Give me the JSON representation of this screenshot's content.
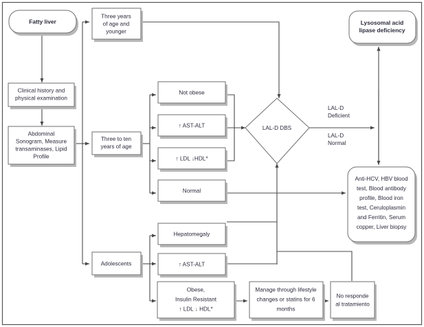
{
  "diagram": {
    "title": "Fatty liver diagnostic algorithm for lysosomal acid lipase deficiency",
    "colors": {
      "box_stroke": "#6e6e6e",
      "shadow": "#b8b8b8",
      "connector": "#4a4a4a",
      "text": "#2b2b3c",
      "background": "#ffffff",
      "frame": "#555555"
    },
    "nodes": {
      "fatty_liver": {
        "lines": [
          "Fatty liver"
        ],
        "shape": "rounded"
      },
      "clinical_history": {
        "lines": [
          "Clinical history and",
          "physical examination"
        ],
        "shape": "rect"
      },
      "abdominal_sonogram": {
        "lines": [
          "Abdominal",
          "Sonogram, Measure",
          "transaminases, Lipid",
          "Profile"
        ],
        "shape": "rect"
      },
      "three_years_younger": {
        "lines": [
          "Three years",
          "of age and",
          "younger"
        ],
        "shape": "rect"
      },
      "three_to_ten": {
        "lines": [
          "Three to ten",
          "years of age"
        ],
        "shape": "rect"
      },
      "adolescents": {
        "lines": [
          "Adolescents"
        ],
        "shape": "rect"
      },
      "not_obese": {
        "lines": [
          "Not obese"
        ],
        "shape": "rect"
      },
      "ast_alt_child": {
        "lines": [
          "↑ AST-ALT"
        ],
        "shape": "rect"
      },
      "ldl_hdl_child": {
        "lines": [
          "↑ LDL ↓HDL*"
        ],
        "shape": "rect"
      },
      "normal": {
        "lines": [
          "Normal"
        ],
        "shape": "rect"
      },
      "hepatomegaly": {
        "lines": [
          "Hepatomegaly"
        ],
        "shape": "rect"
      },
      "ast_alt_adolescent": {
        "lines": [
          "↑ AST-ALT"
        ],
        "shape": "rect"
      },
      "obese_insulin": {
        "lines": [
          "Obese,",
          "Insulin Resistant",
          "↑ LDL ↓ HDL*"
        ],
        "shape": "rect"
      },
      "lal_d_dbs": {
        "lines": [
          "LAL-D DBS"
        ],
        "shape": "diamond"
      },
      "lysosomal": {
        "lines": [
          "Lysosomal acid",
          "lipase deficiency"
        ],
        "shape": "rounded"
      },
      "anti_hcv": {
        "lines": [
          "Anti-HCV, HBV blood",
          "test, Blood antibody",
          "profile, Blood iron",
          "test, Ceruloplasmin",
          "and Ferritin, Serum",
          "copper, Liver biopsy"
        ],
        "shape": "rounded"
      },
      "manage_lifestyle": {
        "lines": [
          "Manage through lifestyle",
          "changes or statins for 6",
          "months"
        ],
        "shape": "rect"
      },
      "no_responde": {
        "lines": [
          "No responde",
          "al tratamiento"
        ],
        "shape": "rect"
      }
    },
    "edge_labels": {
      "lal_d_deficient": [
        "LAL-D",
        "Deficient"
      ],
      "lal_d_normal": [
        "LAL-D",
        "Normal"
      ]
    }
  }
}
